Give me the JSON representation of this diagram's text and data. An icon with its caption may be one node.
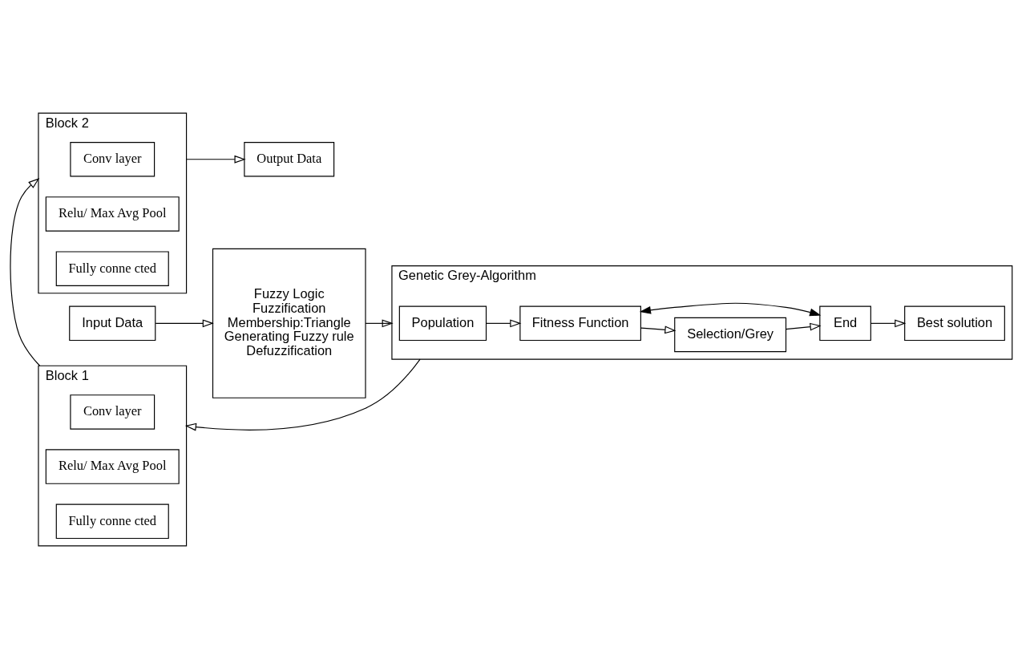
{
  "diagram": {
    "nodes": [
      {
        "text": [
          "Input Data"
        ]
      },
      {
        "text": [
          "Fuzzy Logic",
          "Fuzzification",
          "Membership:Triangle",
          "Generating Fuzzy rule",
          "Defuzzification"
        ]
      },
      {
        "text": [
          "Genetic Grey-Algorithm"
        ]
      },
      {
        "text": [
          "Population"
        ],
        "in": 2
      },
      {
        "text": [
          "Fitness Function"
        ],
        "in": 2
      },
      {
        "text": [
          "Selection/Grey"
        ],
        "in": 2
      },
      {
        "text": [
          "End"
        ],
        "in": 2
      },
      {
        "text": [
          "Best solution"
        ],
        "in": 2
      },
      {
        "text": [
          "Block 1"
        ]
      },
      {
        "text": [
          "Conv layer"
        ],
        "in": 8
      },
      {
        "text": [
          "Relu/ Max Avg Pool"
        ],
        "in": 8
      },
      {
        "text": [
          "Fully conne cted"
        ],
        "in": 8
      },
      {
        "text": [
          "Block 2"
        ]
      },
      {
        "text": [
          "Conv layer"
        ],
        "in": 12
      },
      {
        "text": [
          "Relu/ Max Avg Pool"
        ],
        "in": 12
      },
      {
        "text": [
          "Fully conne cted"
        ],
        "in": 12
      },
      {
        "text": [
          "Output Data"
        ]
      }
    ],
    "edges": [
      {
        "from": 0,
        "to": 1,
        "arrow": "to"
      },
      {
        "from": 1,
        "to": 2,
        "arrow": "to"
      },
      {
        "from": 3,
        "to": 4,
        "arrow": "to"
      },
      {
        "from": 4,
        "to": 5,
        "arrow": "to"
      },
      {
        "from": 5,
        "to": 6,
        "arrow": "to"
      },
      {
        "from": 6,
        "to": 7,
        "arrow": "to"
      },
      {
        "from": 6,
        "to": 4,
        "arrow": "both"
      },
      {
        "from": 2,
        "to": 8,
        "arrow": "to"
      },
      {
        "from": 8,
        "to": 12,
        "arrow": "to"
      },
      {
        "from": 12,
        "to": 16,
        "arrow": "to"
      }
    ]
  }
}
